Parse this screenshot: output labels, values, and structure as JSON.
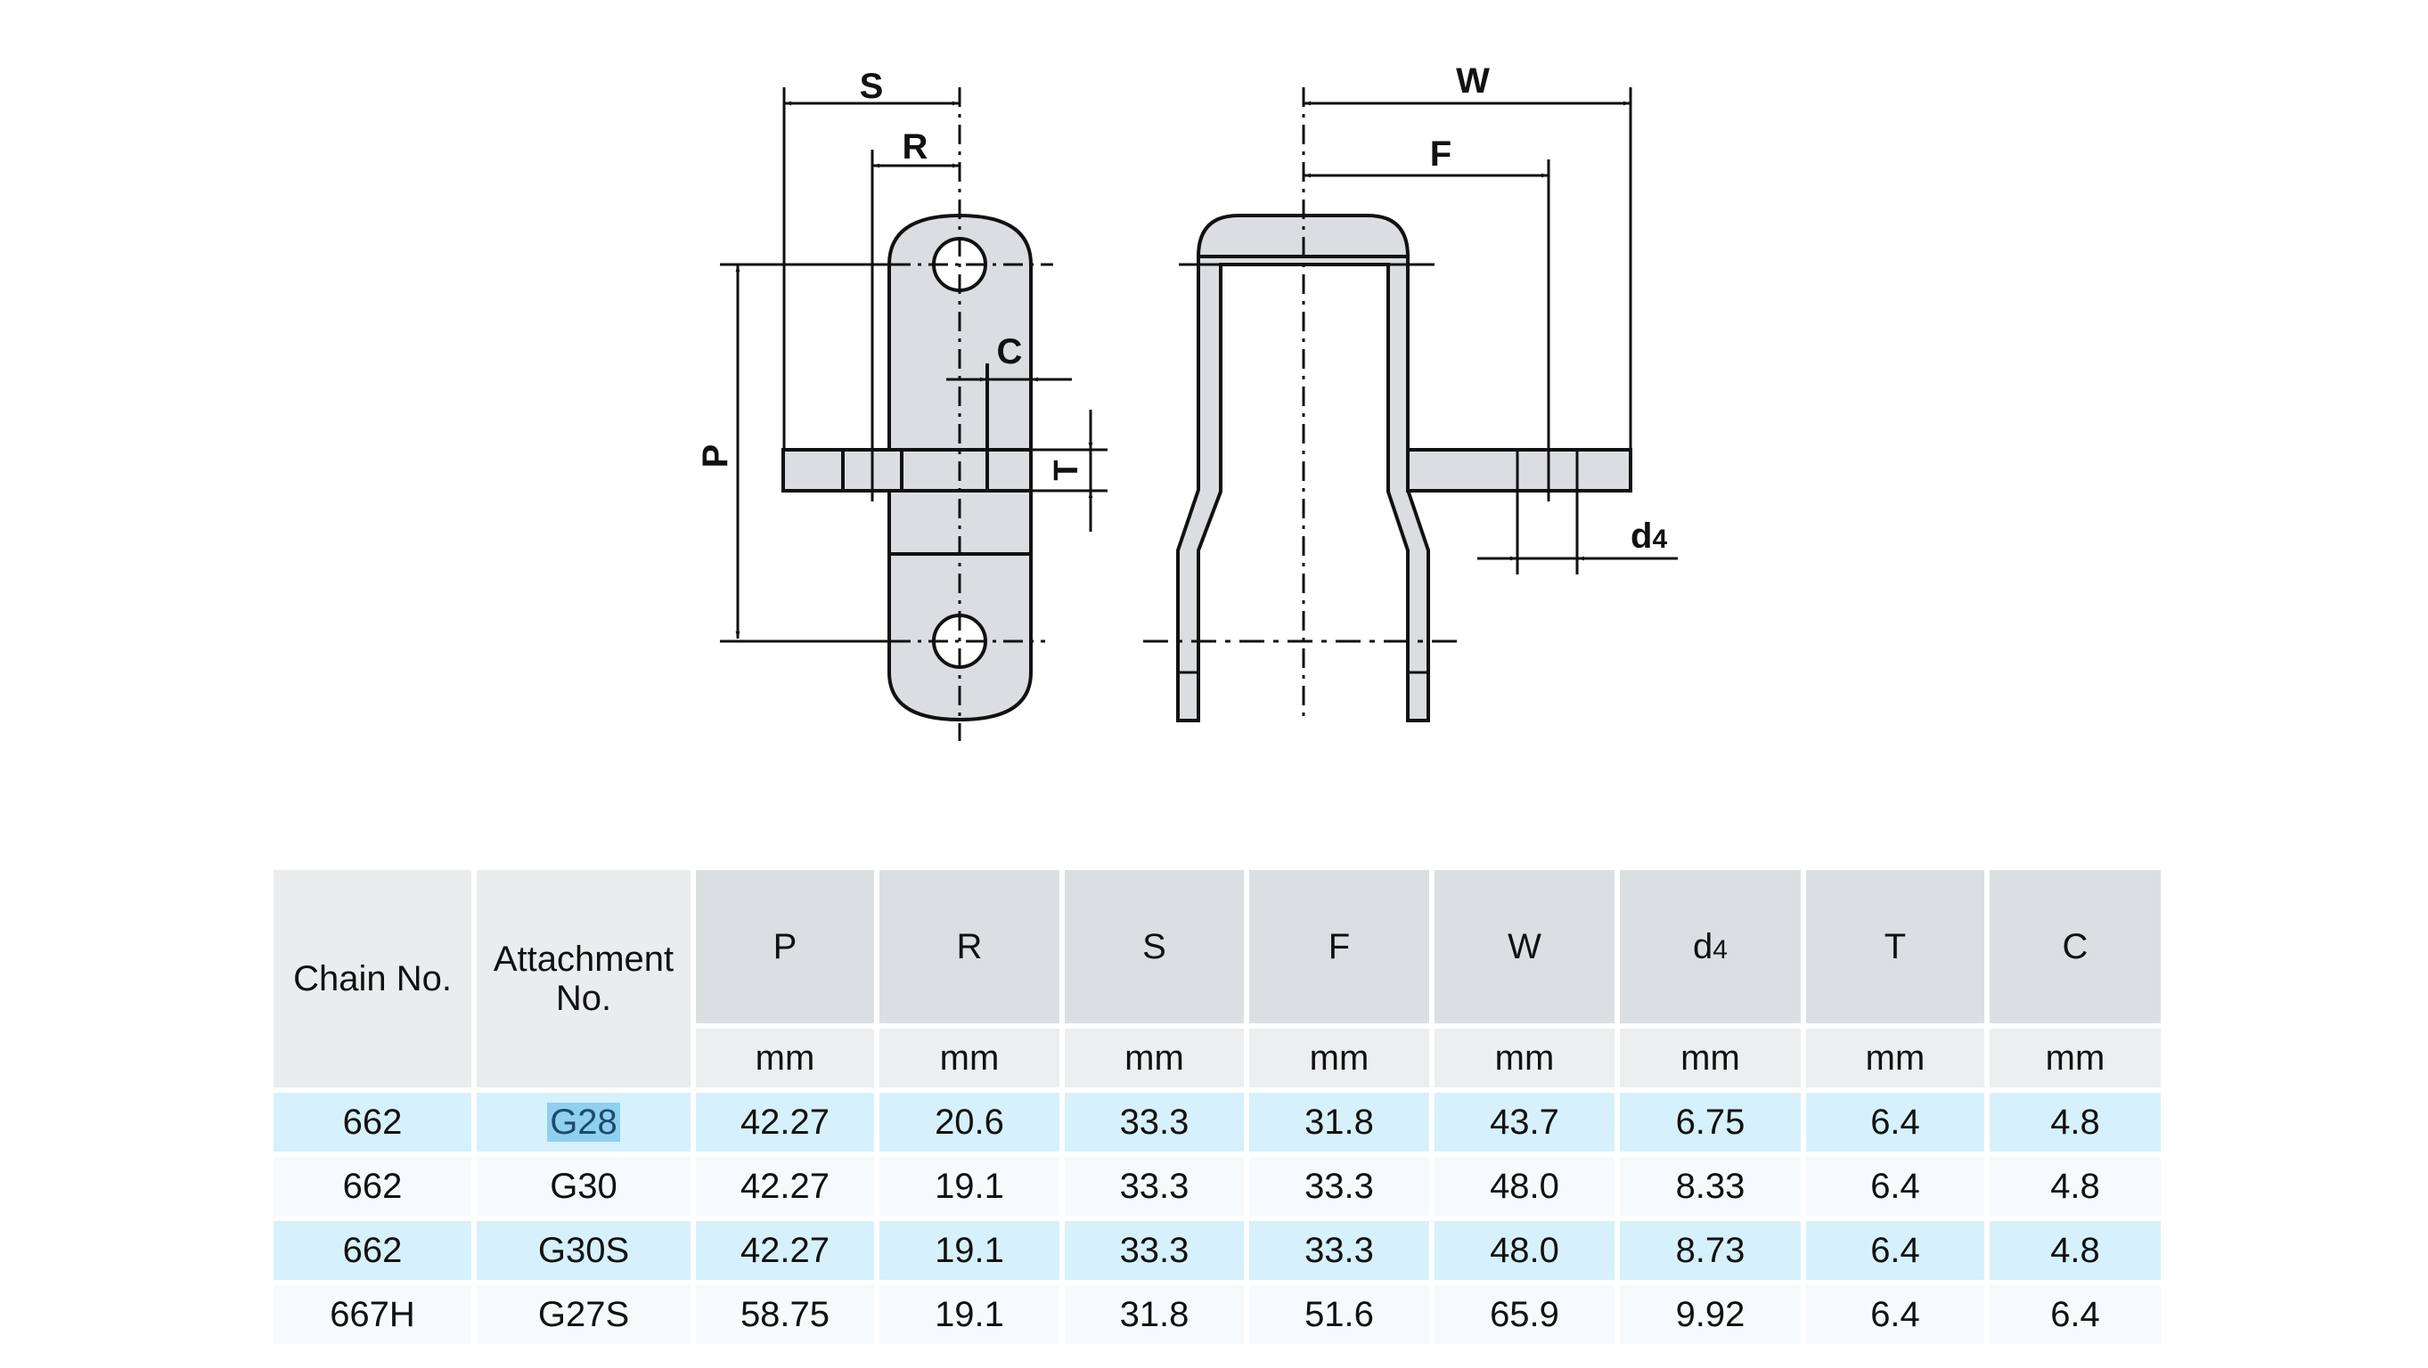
{
  "diagram": {
    "left_view": {
      "labels": {
        "S": "S",
        "R": "R",
        "C": "C",
        "T": "T",
        "P": "P"
      }
    },
    "right_view": {
      "labels": {
        "W": "W",
        "F": "F",
        "d4_base": "d",
        "d4_sub": "4"
      }
    },
    "colors": {
      "part_fill": "#dcdde0",
      "stroke": "#111111"
    }
  },
  "table": {
    "header": {
      "chain_no": "Chain No.",
      "attachment_no_line1": "Attachment",
      "attachment_no_line2": "No.",
      "columns": [
        {
          "symbol": "P",
          "unit": "mm"
        },
        {
          "symbol": "R",
          "unit": "mm"
        },
        {
          "symbol": "S",
          "unit": "mm"
        },
        {
          "symbol": "F",
          "unit": "mm"
        },
        {
          "symbol": "W",
          "unit": "mm"
        },
        {
          "symbol": "d",
          "subscript": "4",
          "unit": "mm"
        },
        {
          "symbol": "T",
          "unit": "mm"
        },
        {
          "symbol": "C",
          "unit": "mm"
        }
      ]
    },
    "rows": [
      {
        "chain_no": "662",
        "attachment_no": "G28",
        "highlighted": true,
        "values": [
          "42.27",
          "20.6",
          "33.3",
          "31.8",
          "43.7",
          "6.75",
          "6.4",
          "4.8"
        ]
      },
      {
        "chain_no": "662",
        "attachment_no": "G30",
        "highlighted": false,
        "values": [
          "42.27",
          "19.1",
          "33.3",
          "33.3",
          "48.0",
          "8.33",
          "6.4",
          "4.8"
        ]
      },
      {
        "chain_no": "662",
        "attachment_no": "G30S",
        "highlighted": false,
        "values": [
          "42.27",
          "19.1",
          "33.3",
          "33.3",
          "48.0",
          "8.73",
          "6.4",
          "4.8"
        ]
      },
      {
        "chain_no": "667H",
        "attachment_no": "G27S",
        "highlighted": false,
        "values": [
          "58.75",
          "19.1",
          "31.8",
          "51.6",
          "65.9",
          "9.92",
          "6.4",
          "6.4"
        ]
      }
    ],
    "colors": {
      "header_symbol_bg": "#dcdfe1",
      "header_unit_bg": "#eceeef",
      "row_shade_bg": "#d6f1fb",
      "row_plain_bg": "#f7fafc",
      "selection_bg": "#8fd0f0",
      "selection_text": "#1e4a6a"
    }
  }
}
